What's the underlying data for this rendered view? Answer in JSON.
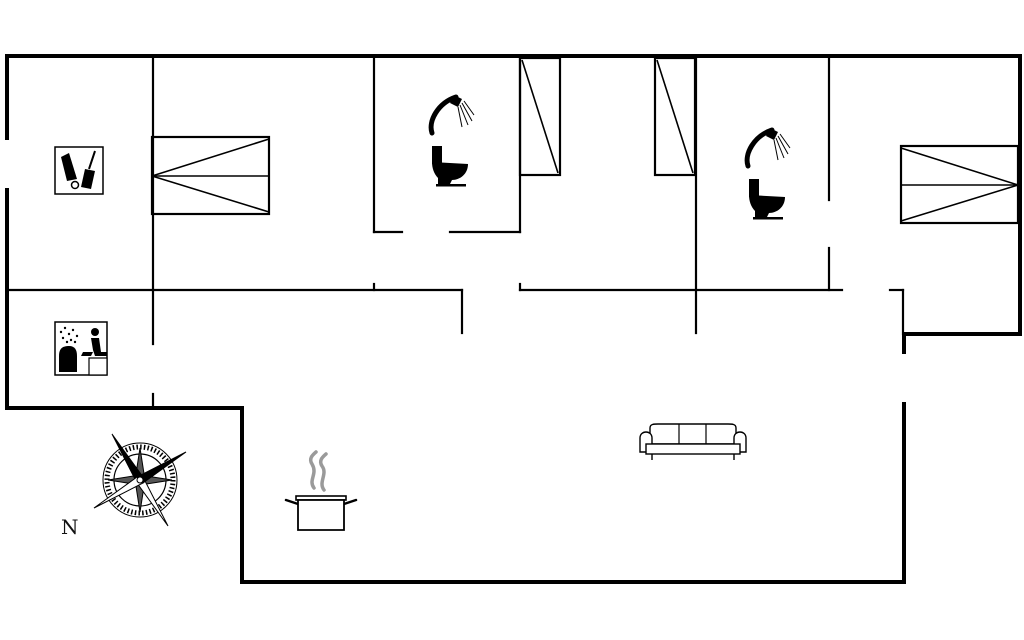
{
  "compass": {
    "north_label": "N"
  },
  "rooms": [
    {
      "id": "utility",
      "icon": "laundry-cleaning-icon"
    },
    {
      "id": "sauna",
      "icon": "sauna-icon"
    },
    {
      "id": "bedroom-1",
      "icon": "bed-icon"
    },
    {
      "id": "bathroom-1",
      "icons": [
        "shower-icon",
        "toilet-icon"
      ]
    },
    {
      "id": "bathroom-2",
      "icons": [
        "shower-icon",
        "toilet-icon"
      ]
    },
    {
      "id": "bedroom-2",
      "icon": "bed-icon"
    },
    {
      "id": "kitchen",
      "icon": "cooking-pot-icon"
    },
    {
      "id": "living-room",
      "icon": "sofa-icon"
    }
  ],
  "colors": {
    "line": "#000000",
    "background": "#ffffff"
  }
}
